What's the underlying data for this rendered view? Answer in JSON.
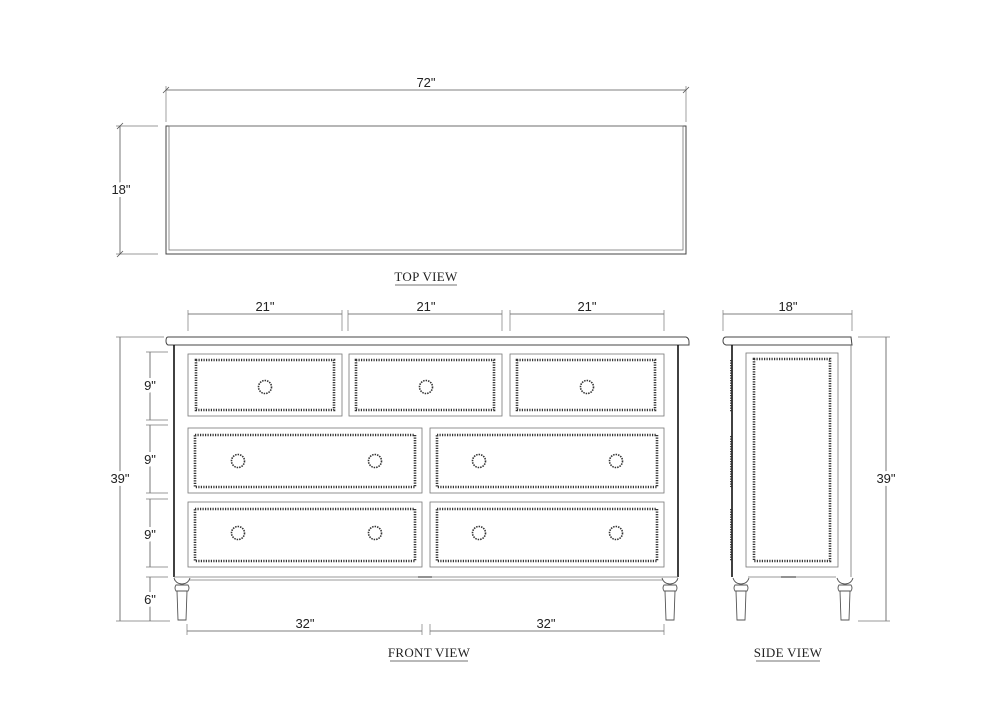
{
  "top_view": {
    "title": "TOP VIEW",
    "width_label": "72\"",
    "depth_label": "18\""
  },
  "front_view": {
    "title": "FRONT VIEW",
    "top_drawer_width_labels": [
      "21\"",
      "21\"",
      "21\""
    ],
    "row_height_labels": [
      "9\"",
      "9\"",
      "9\""
    ],
    "leg_height_label": "6\"",
    "overall_height_label": "39\"",
    "bottom_width_labels": [
      "32\"",
      "32\""
    ],
    "drawers": {
      "top_row_count": 3,
      "lower_rows": 2,
      "lower_row_count": 2
    }
  },
  "side_view": {
    "title": "SIDE VIEW",
    "depth_label": "18\"",
    "height_label": "39\""
  },
  "colors": {
    "line": "#444444",
    "background": "#ffffff"
  }
}
